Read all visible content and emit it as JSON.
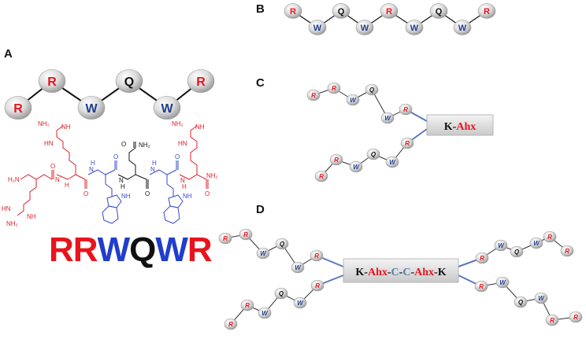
{
  "panels": {
    "a": "A",
    "b": "B",
    "c": "C",
    "d": "D"
  },
  "colors": {
    "arg": "#e8141c",
    "trp": "#1f3e8c",
    "gln": "#111111",
    "link": "#5b79b8",
    "bead": "#dcdcdc",
    "struct_red": "#e0202a",
    "struct_blue": "#3949c8"
  },
  "panel_a": {
    "chain": [
      "R",
      "R",
      "W",
      "Q",
      "W",
      "R"
    ],
    "sequence": [
      {
        "letter": "R",
        "color": "#e8141c"
      },
      {
        "letter": "R",
        "color": "#e8141c"
      },
      {
        "letter": "W",
        "color": "#1f3ecc"
      },
      {
        "letter": "Q",
        "color": "#111111"
      },
      {
        "letter": "W",
        "color": "#1f3ecc"
      },
      {
        "letter": "R",
        "color": "#e8141c"
      }
    ],
    "structure_labels": {
      "hn": "HN",
      "nh": "NH",
      "nh2": "NH₂",
      "h2n": "H₂N",
      "o": "O",
      "h": "H",
      "n": "N",
      "nh_ring": "NH"
    }
  },
  "panel_b": {
    "chain": [
      "R",
      "W",
      "Q",
      "W",
      "R",
      "W",
      "Q",
      "W",
      "R"
    ]
  },
  "panel_c": {
    "arm_top": [
      "R",
      "R",
      "W",
      "Q",
      "W",
      "R"
    ],
    "arm_bottom": [
      "R",
      "R",
      "W",
      "Q",
      "W",
      "R"
    ],
    "core": [
      {
        "text": "K",
        "color": "#111111"
      },
      {
        "text": "-",
        "color": "#111111"
      },
      {
        "text": "Ahx",
        "color": "#e8141c"
      }
    ]
  },
  "panel_d": {
    "arm": [
      "R",
      "R",
      "W",
      "Q",
      "W",
      "R"
    ],
    "core": [
      {
        "text": "K",
        "color": "#111111"
      },
      {
        "text": "-",
        "color": "#111111"
      },
      {
        "text": "Ahx",
        "color": "#e8141c"
      },
      {
        "text": "-",
        "color": "#111111"
      },
      {
        "text": "C",
        "color": "#5b79b8"
      },
      {
        "text": "-",
        "color": "#111111"
      },
      {
        "text": "C",
        "color": "#5b79b8"
      },
      {
        "text": "-",
        "color": "#111111"
      },
      {
        "text": "Ahx",
        "color": "#e8141c"
      },
      {
        "text": "-",
        "color": "#111111"
      },
      {
        "text": "K",
        "color": "#111111"
      }
    ]
  }
}
